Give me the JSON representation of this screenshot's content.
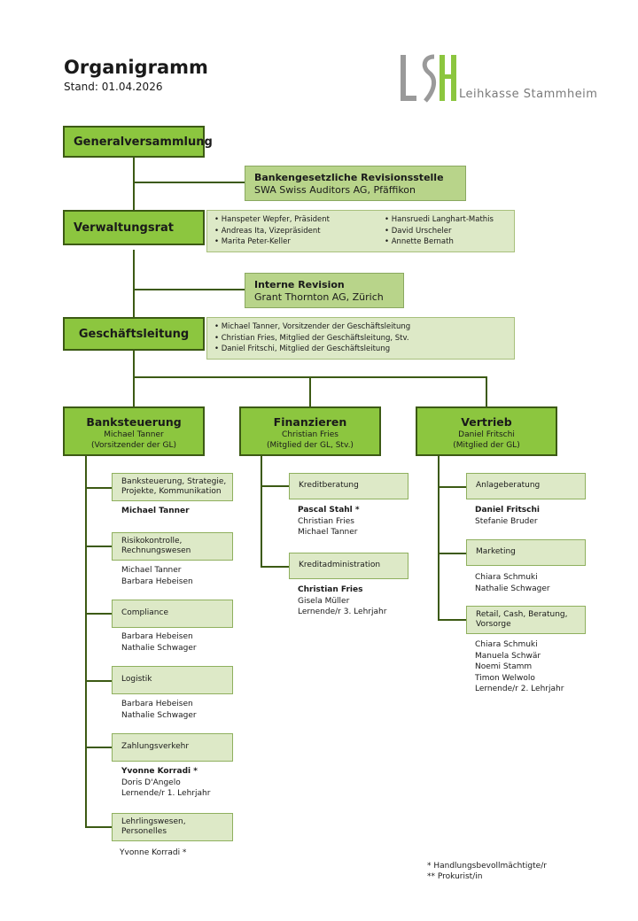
{
  "header": {
    "title": "Organigramm",
    "date": "Stand: 01.04.2026"
  },
  "logo": {
    "mark": "LSH",
    "name": "Leihkasse Stammheim",
    "color": "#8cc63f",
    "gray": "#9a9a9a"
  },
  "generalversammlung": "Generalversammlung",
  "revisionsstelle": {
    "title": "Bankengesetzliche Revisionsstelle",
    "name": "SWA Swiss Auditors AG, Pfäffikon"
  },
  "verwaltungsrat": {
    "title": "Verwaltungsrat",
    "members_left": [
      "Hanspeter Wepfer, Präsident",
      "Andreas Ita, Vizepräsident",
      "Marita Peter-Keller"
    ],
    "members_right": [
      "Hansruedi Langhart-Mathis",
      "David Urscheler",
      "Annette Bernath"
    ]
  },
  "interne_revision": {
    "title": "Interne Revision",
    "name": "Grant Thornton AG, Zürich"
  },
  "geschaeftsleitung": {
    "title": "Geschäftsleitung",
    "members": [
      "Michael Tanner, Vorsitzender der Geschäftsleitung",
      "Christian Fries, Mitglied der Geschäftsleitung, Stv.",
      "Daniel Fritschi, Mitglied der Geschäftsleitung"
    ]
  },
  "departments": [
    {
      "title": "Banksteuerung",
      "head": "Michael Tanner",
      "role": "(Vorsitzender der GL)",
      "units": [
        {
          "label": "Banksteuerung, Strategie, Projekte, Kommunikation",
          "lead": "Michael Tanner",
          "staff": []
        },
        {
          "label": "Risikokontrolle, Rechnungswesen",
          "lead": "",
          "staff": [
            "Michael Tanner",
            "Barbara Hebeisen"
          ]
        },
        {
          "label": "Compliance",
          "lead": "",
          "staff": [
            "Barbara Hebeisen",
            "Nathalie Schwager"
          ]
        },
        {
          "label": "Logistik",
          "lead": "",
          "staff": [
            "Barbara Hebeisen",
            "Nathalie Schwager"
          ]
        },
        {
          "label": "Zahlungsverkehr",
          "lead": "Yvonne Korradi *",
          "staff": [
            "Doris D'Angelo",
            "Lernende/r 1. Lehrjahr"
          ]
        },
        {
          "label": "Lehrlingswesen, Personelles",
          "lead": "",
          "staff": [
            "Yvonne Korradi *"
          ]
        }
      ]
    },
    {
      "title": "Finanzieren",
      "head": "Christian Fries",
      "role": "(Mitglied der GL, Stv.)",
      "units": [
        {
          "label": "Kreditberatung",
          "lead": "Pascal Stahl *",
          "staff": [
            "Christian Fries",
            "Michael Tanner"
          ]
        },
        {
          "label": "Kreditadministration",
          "lead": "Christian Fries",
          "staff": [
            "Gisela Müller",
            "Lernende/r 3. Lehrjahr"
          ]
        }
      ]
    },
    {
      "title": "Vertrieb",
      "head": "Daniel Fritschi",
      "role": "(Mitglied der GL)",
      "units": [
        {
          "label": "Anlageberatung",
          "lead": "Daniel Fritschi",
          "staff": [
            "Stefanie Bruder"
          ]
        },
        {
          "label": "Marketing",
          "lead": "",
          "staff": [
            "Chiara Schmuki",
            "Nathalie Schwager"
          ]
        },
        {
          "label": "Retail, Cash, Beratung, Vorsorge",
          "lead": "",
          "staff": [
            "Chiara Schmuki",
            "Manuela Schwär",
            "Noemi Stamm",
            "Timon Welwolo",
            "Lernende/r 2. Lehrjahr"
          ]
        }
      ]
    }
  ],
  "footnotes": [
    "* Handlungsbevollmächtigte/r",
    "** Prokurist/in"
  ]
}
